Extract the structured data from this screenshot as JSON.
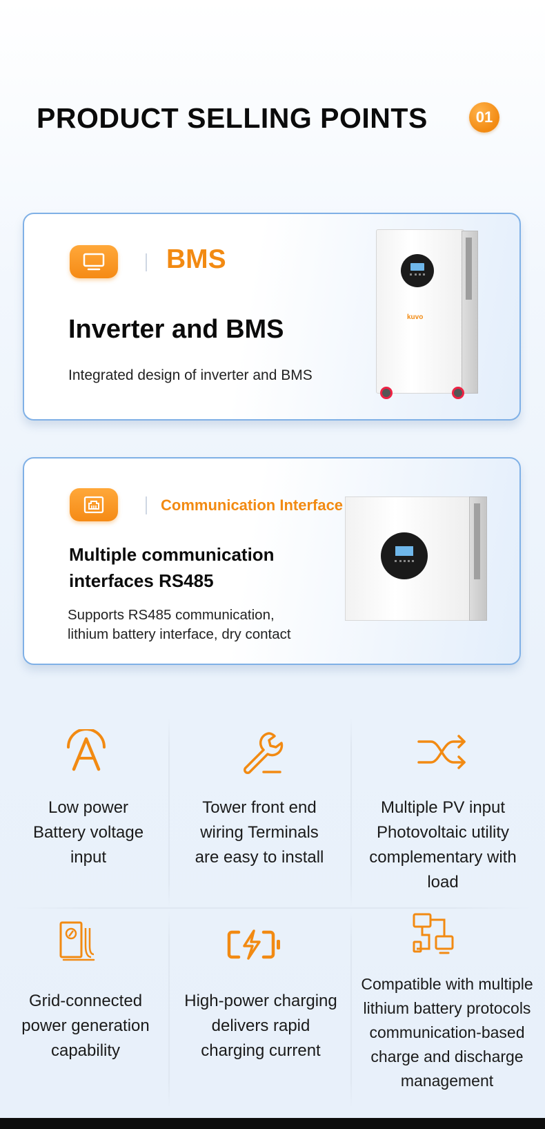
{
  "header": {
    "title": "PRODUCT SELLING POINTS",
    "badge_number": "01"
  },
  "cards": [
    {
      "icon": "monitor-icon",
      "tag": "BMS",
      "heading": "Inverter and BMS",
      "description": "Integrated design of inverter and BMS",
      "device_logo": "kuvo"
    },
    {
      "icon": "ethernet-port-icon",
      "tag": "Communication Interface",
      "heading_line1": "Multiple communication",
      "heading_line2": "interfaces RS485",
      "description_line1": "Supports RS485 communication,",
      "description_line2": "lithium battery interface, dry contact"
    }
  ],
  "features": [
    {
      "icon": "low-power-icon",
      "lines": [
        "Low power",
        "Battery voltage",
        "input"
      ]
    },
    {
      "icon": "wrench-icon",
      "lines": [
        "Tower front end",
        "wiring Terminals",
        "are easy to install"
      ]
    },
    {
      "icon": "shuffle-icon",
      "lines": [
        "Multiple PV input",
        "Photovoltaic utility",
        "complementary with",
        "load"
      ]
    },
    {
      "icon": "grid-meter-icon",
      "lines": [
        "Grid-connected",
        "power generation",
        "capability"
      ]
    },
    {
      "icon": "fast-charge-battery-icon",
      "lines": [
        "High-power charging",
        "delivers rapid",
        "charging current"
      ]
    },
    {
      "icon": "connected-devices-icon",
      "lines": [
        "Compatible with multiple",
        "lithium battery protocols",
        "communication-based",
        "charge and discharge",
        "management"
      ]
    }
  ],
  "colors": {
    "accent": "#F28A12",
    "card_border": "#7FB0E6",
    "title": "#0B0B0B"
  }
}
